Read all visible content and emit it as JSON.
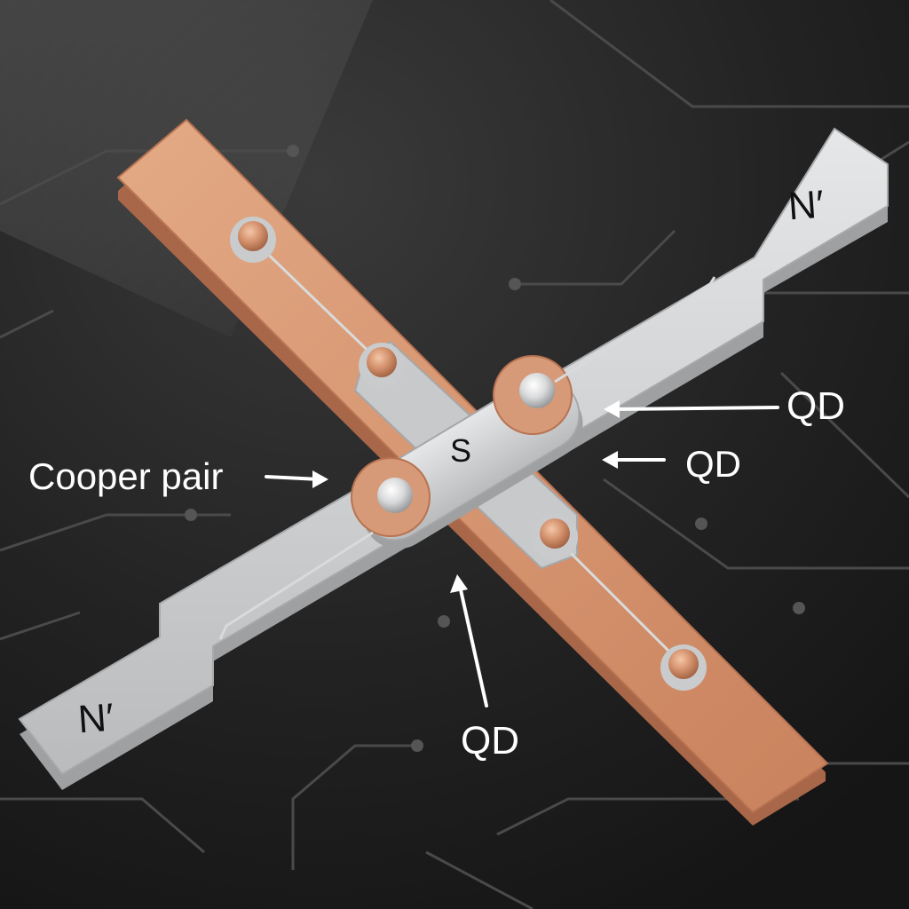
{
  "labels": {
    "cooper_pair": "Cooper pair",
    "superconductor": "S",
    "qd_upper": "QD",
    "qd_right": "QD",
    "qd_bottom": "QD",
    "lead_top_right": "N′",
    "lead_bottom_left": "N′"
  },
  "colors": {
    "background": "#1c1c1c",
    "copper": "#d4916d",
    "silver": "#cfd1d3",
    "label_text": "#ffffff",
    "lead_text": "#111111"
  }
}
